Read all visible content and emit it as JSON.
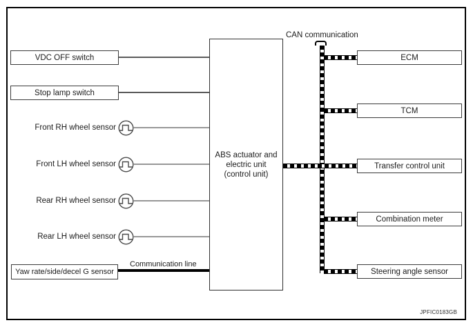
{
  "diagram": {
    "bus_label": "CAN communication",
    "figure_code": "JPFIC0183GB",
    "center_unit": {
      "line1": "ABS actuator and",
      "line2": "electric unit",
      "line3": "(control unit)"
    },
    "switches": [
      "VDC OFF switch",
      "Stop lamp switch"
    ],
    "wheel_sensors": [
      "Front RH wheel sensor",
      "Front LH wheel sensor",
      "Rear RH wheel sensor",
      "Rear LH wheel sensor"
    ],
    "g_sensor": {
      "label": "Yaw rate/side/decel G sensor",
      "line_label": "Communication line"
    },
    "can_nodes": [
      "ECM",
      "TCM",
      "Transfer control unit",
      "Combination meter",
      "Steering angle sensor"
    ],
    "icons": {
      "wheel_sensor_icon": "square-wave-pulse-in-circle"
    },
    "colors": {
      "line_black": "#000000",
      "wire_gray": "#979797",
      "wire_dark": "#5a5a5a",
      "background": "#ffffff"
    }
  }
}
